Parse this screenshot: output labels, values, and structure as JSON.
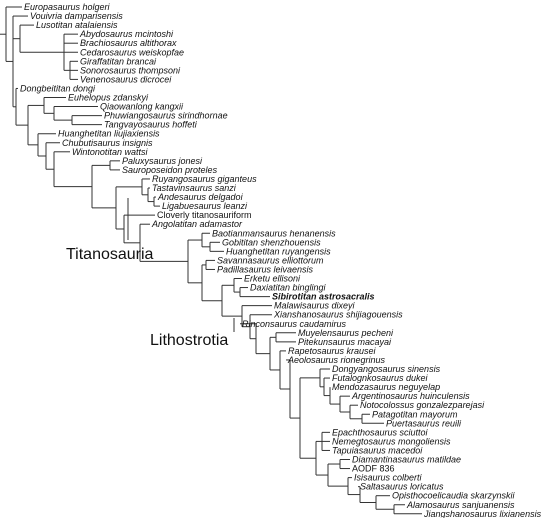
{
  "colors": {
    "branch": "#333333",
    "text": "#111111",
    "background": "#ffffff"
  },
  "taxa": [
    {
      "label": "Europasaurus holgeri",
      "style": "italic"
    },
    {
      "label": "Vouivria damparisensis",
      "style": "italic"
    },
    {
      "label": "Lusotitan atalaiensis",
      "style": "italic"
    },
    {
      "label": "Abydosaurus mcintoshi",
      "style": "italic"
    },
    {
      "label": "Brachiosaurus altithorax",
      "style": "italic"
    },
    {
      "label": "Cedarosaurus weiskopfae",
      "style": "italic"
    },
    {
      "label": "Giraffatitan brancai",
      "style": "italic"
    },
    {
      "label": "Sonorosaurus thompsoni",
      "style": "italic"
    },
    {
      "label": "Venenosaurus dicrocei",
      "style": "italic"
    },
    {
      "label": "Dongbeititan dongi",
      "style": "italic"
    },
    {
      "label": "Euhelopus zdanskyi",
      "style": "italic"
    },
    {
      "label": "Qiaowanlong kangxii",
      "style": "italic"
    },
    {
      "label": "Phuwiangosaurus sirindhornae",
      "style": "italic"
    },
    {
      "label": "Tangvayosaurus hoffeti",
      "style": "italic"
    },
    {
      "label": "Huanghetitan liujiaxiensis",
      "style": "italic"
    },
    {
      "label": "Chubutisaurus insignis",
      "style": "italic"
    },
    {
      "label": "Wintonotitan wattsi",
      "style": "italic"
    },
    {
      "label": "Paluxysaurus jonesi",
      "style": "italic"
    },
    {
      "label": "Sauroposeidon proteles",
      "style": "italic"
    },
    {
      "label": "Ruyangosaurus giganteus",
      "style": "italic"
    },
    {
      "label": "Tastavinsaurus sanzi",
      "style": "italic"
    },
    {
      "label": "Andesaurus delgadoi",
      "style": "italic"
    },
    {
      "label": "Ligabuesaurus leanzi",
      "style": "italic"
    },
    {
      "label": "Cloverly titanosauriform",
      "style": "roman"
    },
    {
      "label": "Angolatitan adamastor",
      "style": "italic"
    },
    {
      "label": "Baotianmansaurus henanensis",
      "style": "italic"
    },
    {
      "label": "Gobititan shenzhouensis",
      "style": "italic"
    },
    {
      "label": "Huanghetitan ruyangensis",
      "style": "italic"
    },
    {
      "label": "Savannasaurus elliottorum",
      "style": "italic"
    },
    {
      "label": "Padillasaurus leivaensis",
      "style": "italic"
    },
    {
      "label": "Erketu ellisoni",
      "style": "italic"
    },
    {
      "label": "Daxiatitan binglingi",
      "style": "italic"
    },
    {
      "label": "Sibirotitan astrosacralis",
      "style": "bold"
    },
    {
      "label": "Malawisaurus dixeyi",
      "style": "italic"
    },
    {
      "label": "Xianshanosaurus shijiagouensis",
      "style": "italic"
    },
    {
      "label": "Rinconsaurus caudamirus",
      "style": "italic"
    },
    {
      "label": "Muyelensaurus pecheni",
      "style": "italic"
    },
    {
      "label": "Pitekunsaurus macayai",
      "style": "italic"
    },
    {
      "label": "Rapetosaurus krausei",
      "style": "italic"
    },
    {
      "label": "Aeolosaurus rionegrinus",
      "style": "italic"
    },
    {
      "label": "Dongyangosaurus sinensis",
      "style": "italic"
    },
    {
      "label": "Futalognkosaurus dukei",
      "style": "italic"
    },
    {
      "label": "Mendozasaurus neguyelap",
      "style": "italic"
    },
    {
      "label": "Argentinosaurus huinculensis",
      "style": "italic"
    },
    {
      "label": "Notocolossus gonzalezparejasi",
      "style": "italic"
    },
    {
      "label": "Patagotitan mayorum",
      "style": "italic"
    },
    {
      "label": "Puertasaurus reuili",
      "style": "italic"
    },
    {
      "label": "Epachthosaurus sciuttoi",
      "style": "italic"
    },
    {
      "label": "Nemegtosaurus mongoliensis",
      "style": "italic"
    },
    {
      "label": "Tapuiasaurus macedoi",
      "style": "italic"
    },
    {
      "label": "Diamantinasaurus matildae",
      "style": "italic"
    },
    {
      "label": "AODF 836",
      "style": "roman"
    },
    {
      "label": "Isisaurus colberti",
      "style": "italic"
    },
    {
      "label": "Saltasaurus loricatus",
      "style": "italic"
    },
    {
      "label": "Opisthocoelicaudia skarzynskii",
      "style": "italic"
    },
    {
      "label": "Alamosaurus sanjuanensis",
      "style": "italic"
    },
    {
      "label": "Jiangshanosaurus lixianensis",
      "style": "italic"
    }
  ],
  "clades": [
    {
      "label": "Titanosauria"
    },
    {
      "label": "Lithostrotia"
    }
  ]
}
